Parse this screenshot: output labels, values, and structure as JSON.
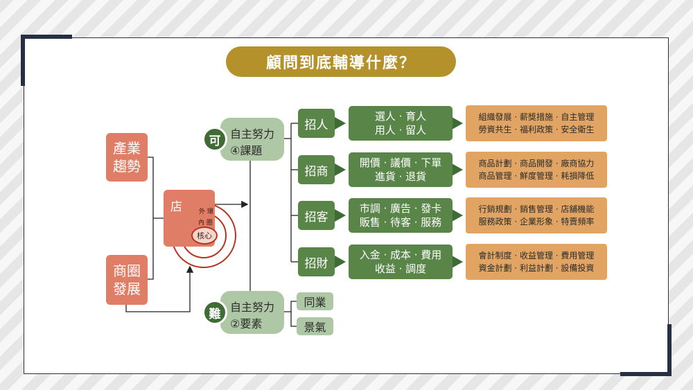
{
  "title": "顧問到底輔導什麼？",
  "left": {
    "industry": "產業\n趨勢",
    "trade_area": "商圈\n發展",
    "store": "店",
    "rings": {
      "outer": "外 環",
      "inner": "內 圈",
      "core": "核心"
    }
  },
  "upper": {
    "badge": "可",
    "line1": "自主努力",
    "line2": "④課題"
  },
  "lower": {
    "badge": "難",
    "line1": "自主努力",
    "line2": "②要素"
  },
  "topics": [
    {
      "label": "招人",
      "items": "選人 · 育人\n用人 · 留人",
      "details": "組織發展 · 薪獎措施 · 自主管理\n勞資共生 · 福利政策 · 安全衛生"
    },
    {
      "label": "招商",
      "items": "開價 · 議價 · 下單\n進貨 · 退貨",
      "details": "商品計劃 · 商品開發 · 廠商協力\n商品管理 · 鮮度管理 · 耗損降低"
    },
    {
      "label": "招客",
      "items": "市調 · 廣告 · 發卡\n販售 · 待客 · 服務",
      "details": "行銷規劃 · 銷售管理 · 店舖機能\n服務政策 · 企業形象 · 特賣頻率"
    },
    {
      "label": "招財",
      "items": "入金 · 成本 · 費用\n收益 · 調度",
      "details": "會計制度 · 收益管理 · 費用管理\n資金計劃 · 利益計劃 · 設備投資"
    }
  ],
  "elements": [
    "同業",
    "景氣"
  ],
  "colors": {
    "gold": "#b5912b",
    "salmon": "#e07d67",
    "sage": "#aec7a4",
    "green": "#5a8549",
    "orange": "#e1a463"
  }
}
